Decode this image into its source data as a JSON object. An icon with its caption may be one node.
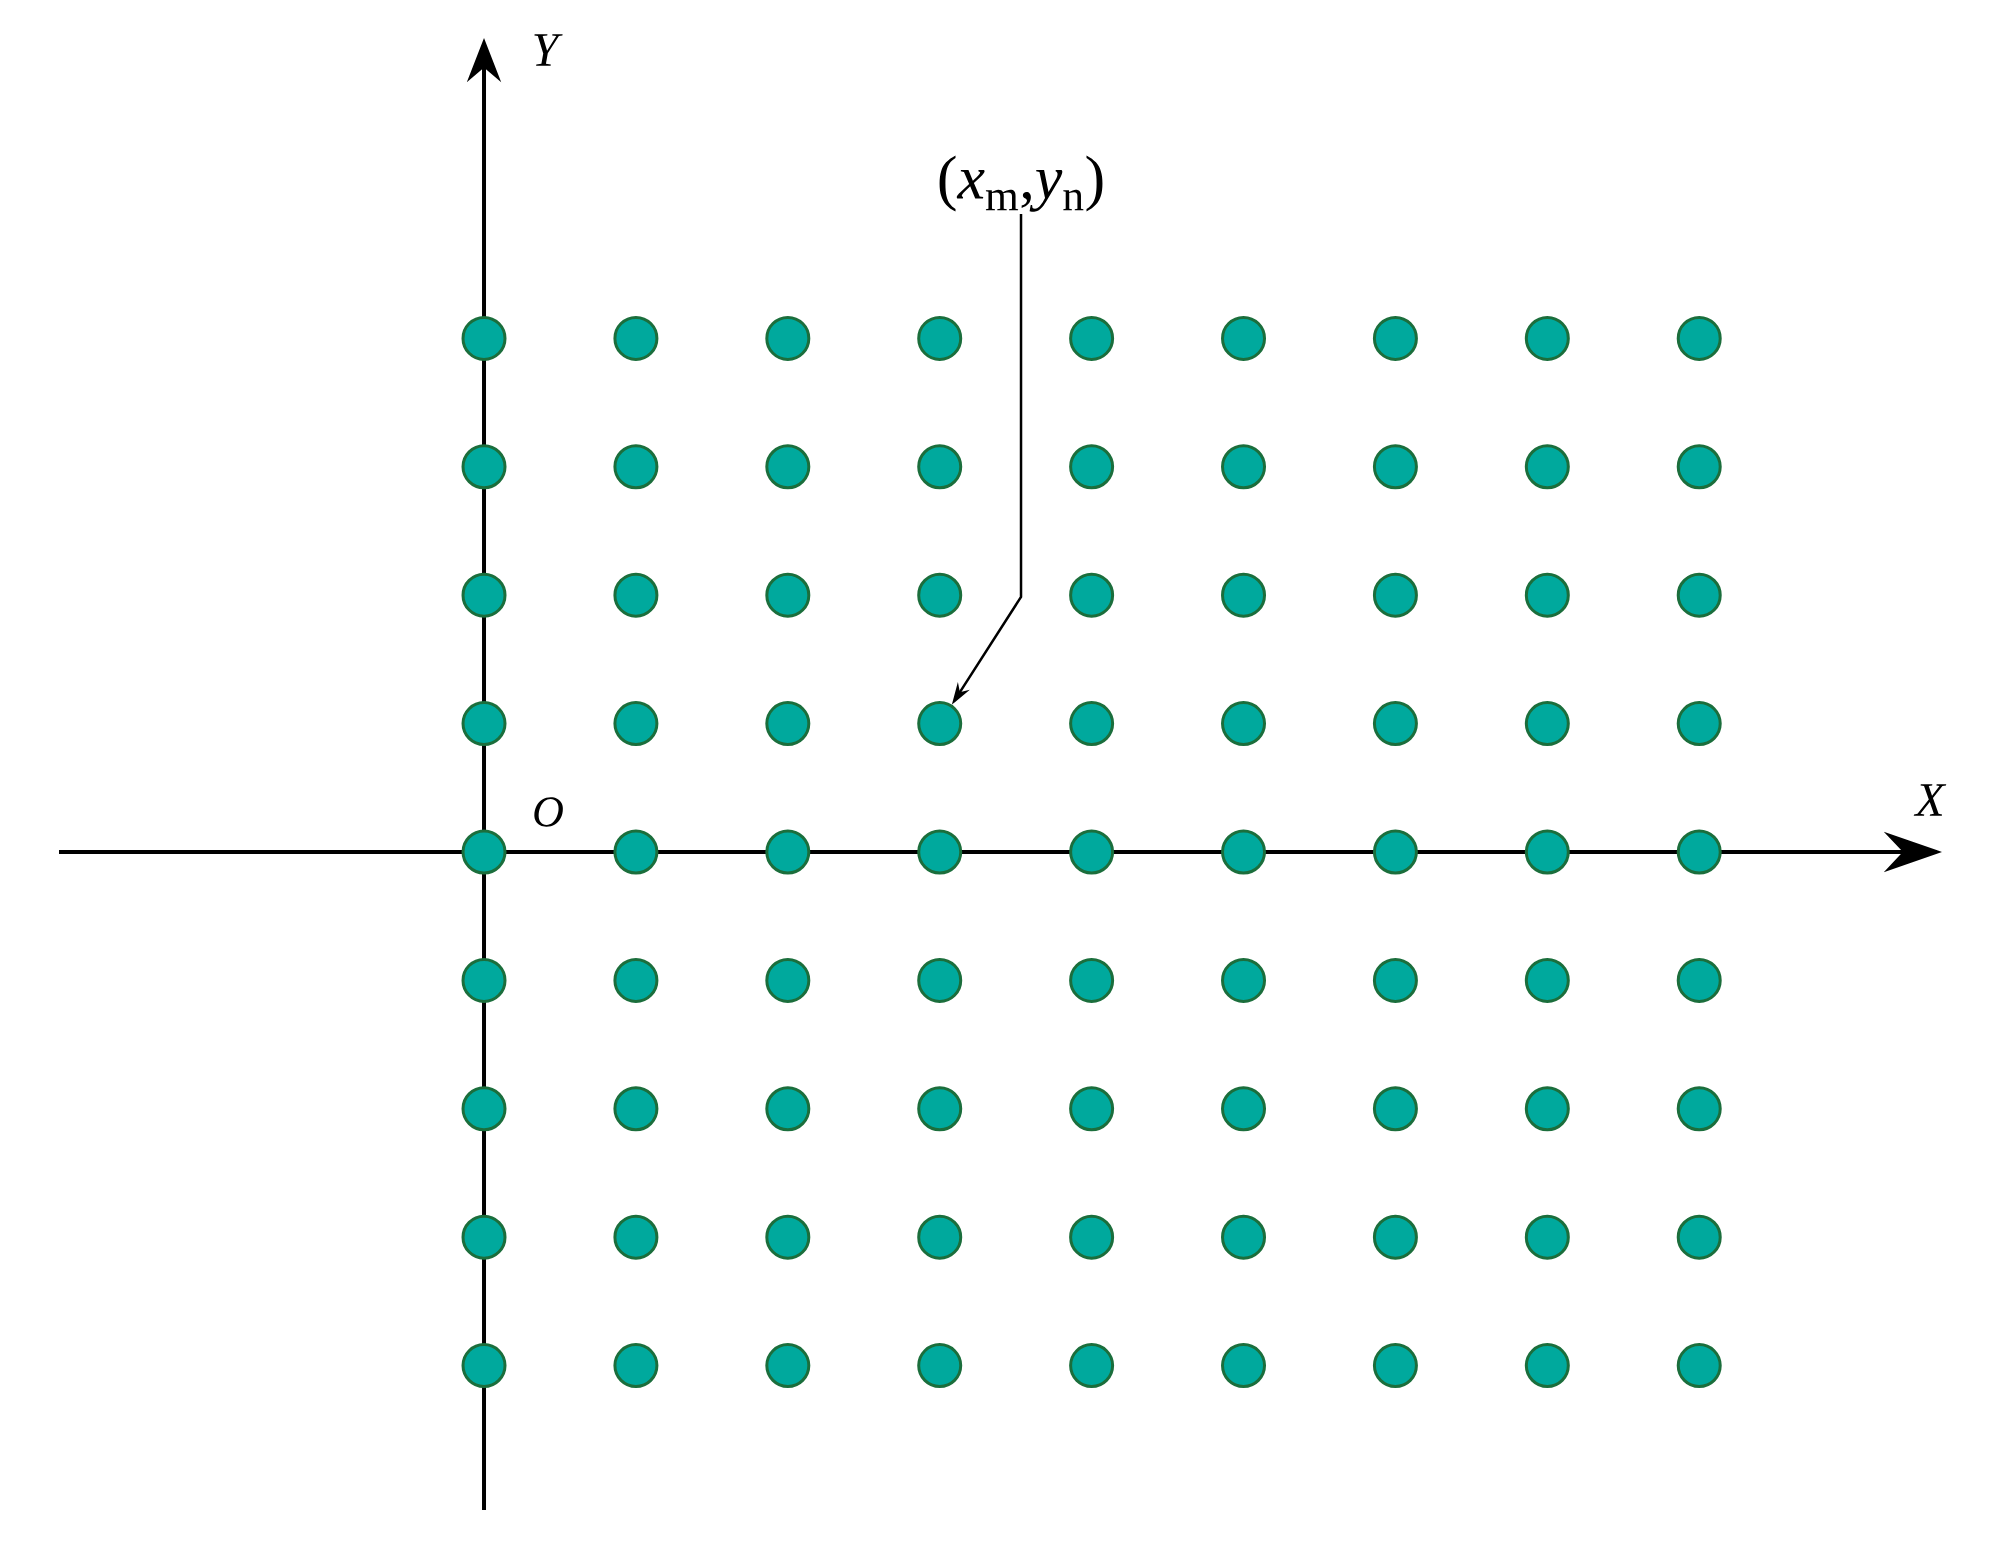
{
  "diagram": {
    "nodes": [
      {
        "text": [
          "(*x*$_{m}$,*y*$_{n}$)"
        ]
      },
      {
        "text": [],
        "shape": "circle"
      }
    ],
    "edges": [
      {
        "from": 0,
        "to": 1,
        "arrow": "to"
      }
    ],
    "labels": [
      "Y",
      "X",
      "O"
    ]
  }
}
